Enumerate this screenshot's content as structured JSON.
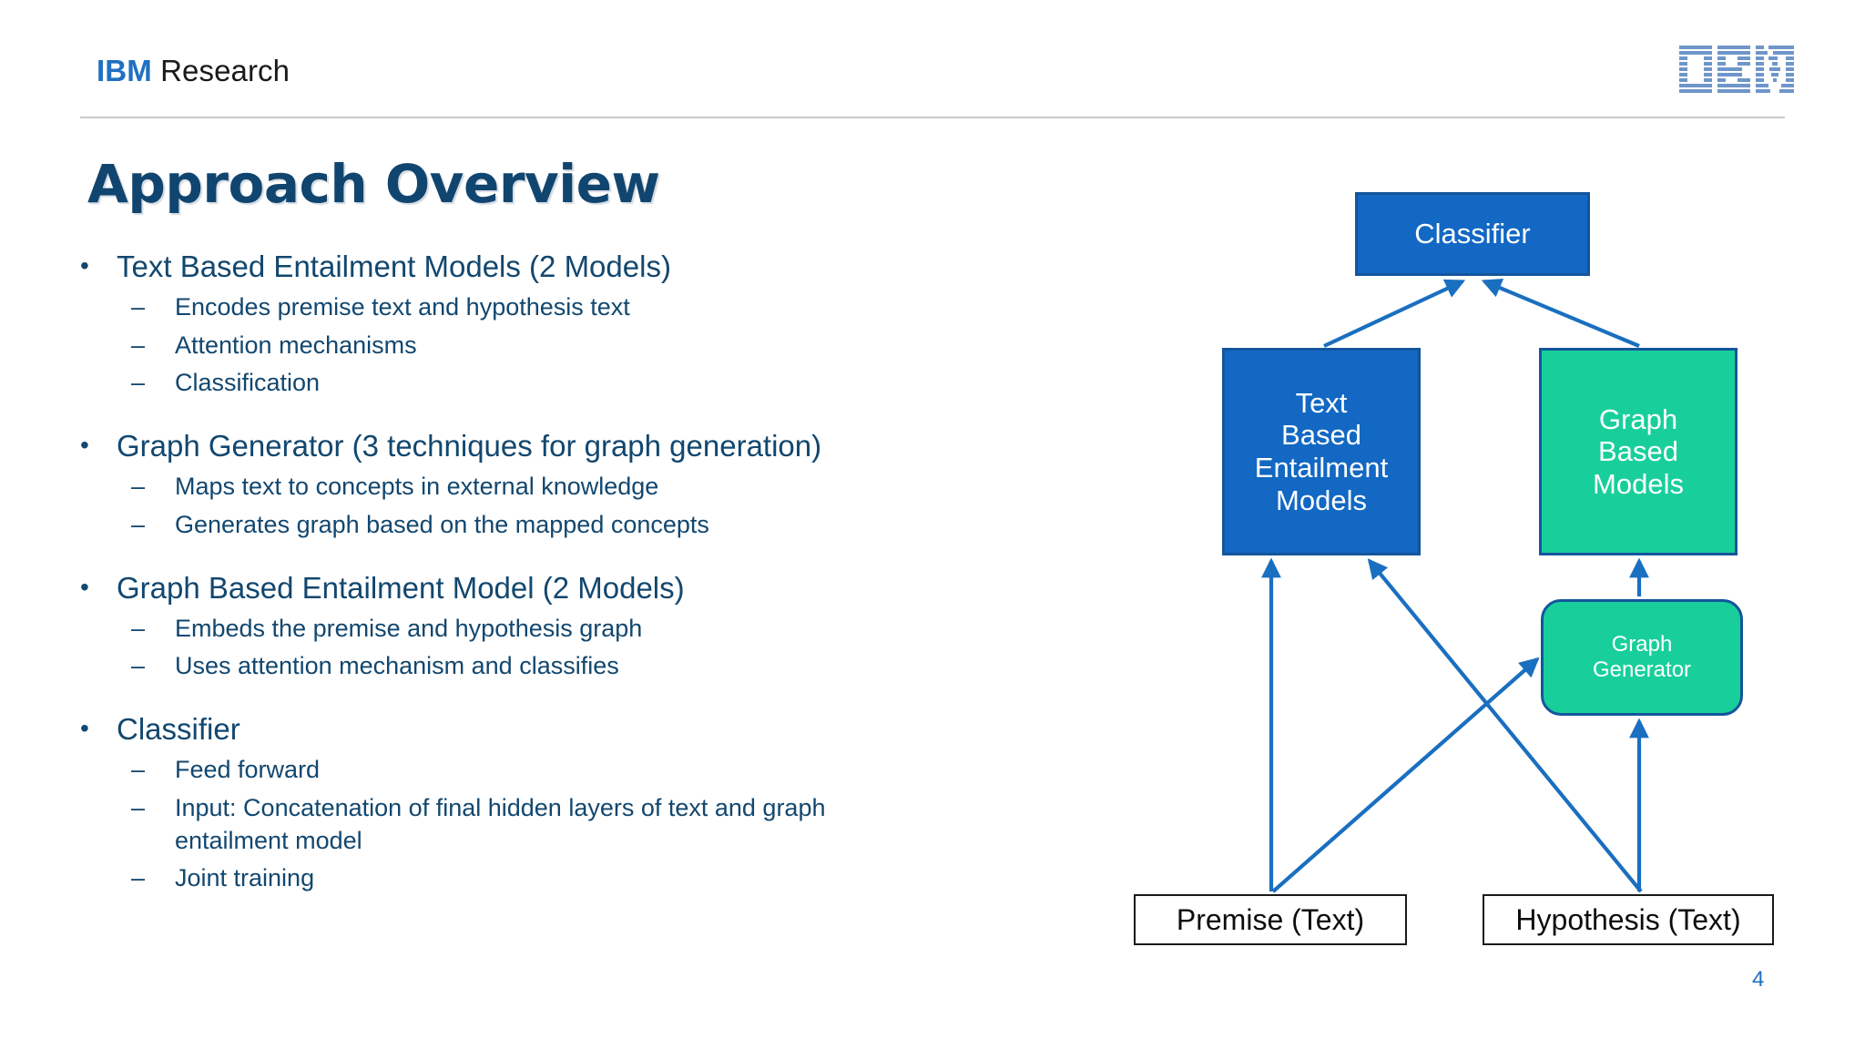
{
  "header": {
    "brand_ibm": "IBM",
    "brand_research": "Research",
    "logo_icon": "ibm-logo"
  },
  "title": "Approach Overview",
  "page_number": "4",
  "colors": {
    "title_navy": "#10456f",
    "body_navy": "#12476f",
    "ibm_blue": "#1f70c1",
    "node_blue": "#1268c3",
    "node_green": "#18cf9b",
    "node_border": "#14559c",
    "arrow_blue": "#1a6fc0"
  },
  "bullets": [
    {
      "text": "Text Based Entailment Models (2 Models)",
      "sub": [
        "Encodes premise text and hypothesis text",
        "Attention mechanisms",
        "Classification"
      ]
    },
    {
      "text": "Graph Generator (3 techniques for graph generation)",
      "sub": [
        "Maps text to concepts in external knowledge",
        "Generates graph based on the mapped concepts"
      ]
    },
    {
      "text": "Graph Based Entailment Model (2 Models)",
      "sub": [
        "Embeds the premise and hypothesis graph",
        "Uses attention mechanism and classifies"
      ]
    },
    {
      "text": "Classifier",
      "sub": [
        "Feed forward",
        "Input: Concatenation of final hidden layers of text and graph entailment model",
        "Joint training"
      ]
    }
  ],
  "markers": {
    "level1": "•",
    "level2": "–"
  },
  "diagram": {
    "nodes": {
      "classifier": "Classifier",
      "text_based": "Text\nBased\nEntailment\nModels",
      "graph_based": "Graph\nBased\nModels",
      "graph_generator": "Graph\nGenerator",
      "premise": "Premise (Text)",
      "hypothesis": "Hypothesis (Text)"
    },
    "edges": [
      {
        "from": "text_based",
        "to": "classifier"
      },
      {
        "from": "graph_based",
        "to": "classifier"
      },
      {
        "from": "premise",
        "to": "text_based"
      },
      {
        "from": "hypothesis",
        "to": "text_based"
      },
      {
        "from": "premise",
        "to": "graph_generator"
      },
      {
        "from": "hypothesis",
        "to": "graph_generator"
      },
      {
        "from": "graph_generator",
        "to": "graph_based"
      }
    ]
  }
}
